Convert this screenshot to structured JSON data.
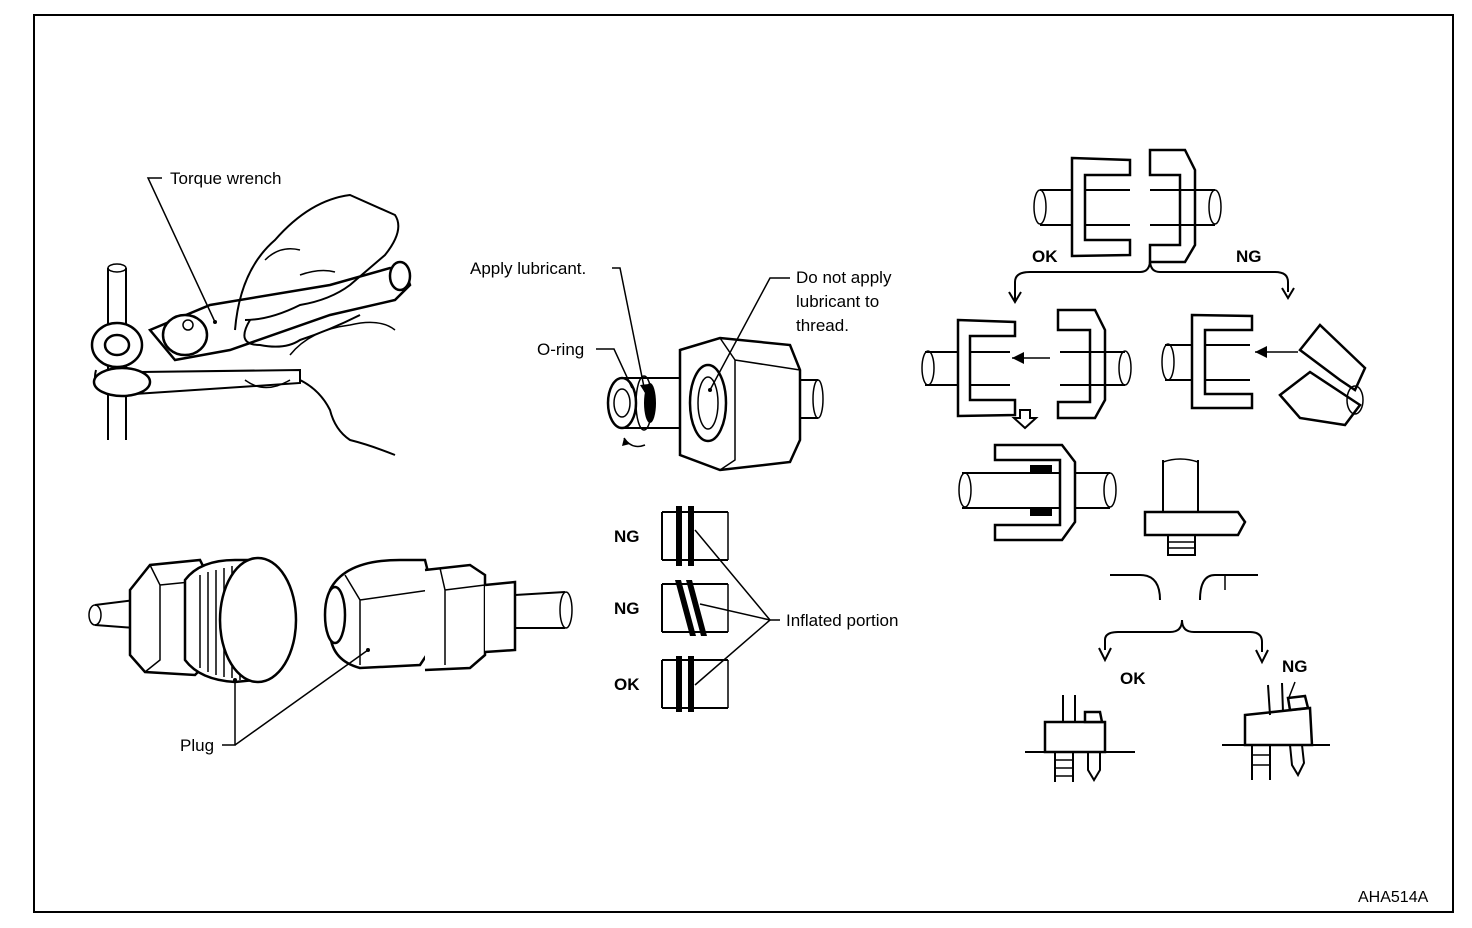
{
  "labels": {
    "torque_wrench": "Torque wrench",
    "plug": "Plug",
    "apply_lubricant": "Apply lubricant.",
    "o_ring": "O-ring",
    "no_lub_1": "Do not apply",
    "no_lub_2": "lubricant to",
    "no_lub_3": "thread.",
    "ng_1": "NG",
    "ng_2": "NG",
    "ok_1": "OK",
    "inflated_portion": "Inflated portion",
    "tree_ok": "OK",
    "tree_ng": "NG",
    "bottom_ok": "OK",
    "bottom_ng": "NG"
  },
  "figure_id": "AHA514A"
}
